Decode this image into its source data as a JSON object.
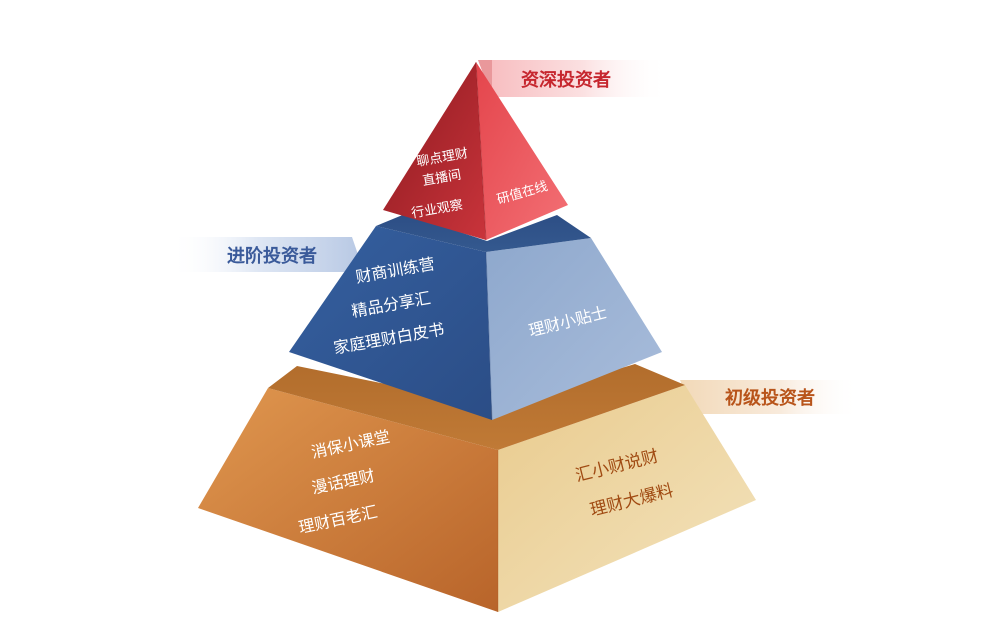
{
  "tiers": {
    "top": {
      "banner": "资深投资者",
      "left_items": [
        "聊点理财",
        "直播间",
        "行业观察"
      ],
      "right_items": [
        "研值在线"
      ]
    },
    "middle": {
      "banner": "进阶投资者",
      "left_items": [
        "财商训练营",
        "精品分享汇",
        "家庭理财白皮书"
      ],
      "right_items": [
        "理财小贴士"
      ]
    },
    "bottom": {
      "banner": "初级投资者",
      "left_items": [
        "消保小课堂",
        "漫话理财",
        "理财百老汇"
      ],
      "right_items": [
        "汇小财说财",
        "理财大爆料"
      ]
    }
  },
  "colors": {
    "top_left": "#b3242c",
    "top_right": "#ea4f55",
    "top_banner_text": "#c6262e",
    "middle_left": "#3e63a0",
    "middle_right": "#93acd0",
    "middle_banner_text": "#3a5a9a",
    "bottom_left": "#d98b45",
    "bottom_right": "#eed8a6",
    "bottom_banner_text": "#b8541a"
  }
}
